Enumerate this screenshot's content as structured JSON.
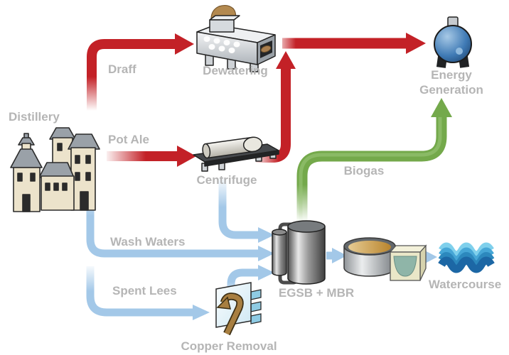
{
  "diagram": {
    "background": "#ffffff",
    "colors": {
      "solids_arrow_red": "#c32127",
      "liquids_arrow_blue": "#a3c8e8",
      "biogas_arrow_green": "#74a94b",
      "label_text_gray": "#b5b5b5"
    },
    "nodes": [
      {
        "id": "distillery",
        "label": "Distillery"
      },
      {
        "id": "dewatering",
        "label": "Dewatering"
      },
      {
        "id": "centrifuge",
        "label": "Centrifuge"
      },
      {
        "id": "energy-generation",
        "label": "Energy Generation",
        "label_lines": [
          "Energy",
          "Generation"
        ]
      },
      {
        "id": "egsb-mbr",
        "label": "EGSB + MBR"
      },
      {
        "id": "settling-tank",
        "label": ""
      },
      {
        "id": "watercourse",
        "label": "Watercourse"
      },
      {
        "id": "copper-removal",
        "label": "Copper Removal"
      }
    ],
    "flows": [
      {
        "id": "draff",
        "label": "Draff",
        "from": "distillery",
        "to": "dewatering",
        "color": "red"
      },
      {
        "id": "pot-ale",
        "label": "Pot Ale",
        "from": "distillery",
        "to": "centrifuge",
        "color": "red"
      },
      {
        "id": "dewatered-solids",
        "label": "",
        "from": "dewatering",
        "to": "energy-generation",
        "color": "red"
      },
      {
        "id": "centrifuge-solids",
        "label": "",
        "from": "centrifuge",
        "to": "energy-generation",
        "color": "red"
      },
      {
        "id": "centrifuge-liquid",
        "label": "",
        "from": "centrifuge",
        "to": "egsb-mbr",
        "color": "blue"
      },
      {
        "id": "wash-waters",
        "label": "Wash Waters",
        "from": "distillery",
        "to": "egsb-mbr",
        "color": "blue"
      },
      {
        "id": "spent-lees",
        "label": "Spent Lees",
        "from": "distillery",
        "to": "copper-removal",
        "color": "blue"
      },
      {
        "id": "copper-removal-out",
        "label": "",
        "from": "copper-removal",
        "to": "egsb-mbr",
        "color": "blue"
      },
      {
        "id": "biogas",
        "label": "Biogas",
        "from": "egsb-mbr",
        "to": "energy-generation",
        "color": "green"
      },
      {
        "id": "treated-water",
        "label": "",
        "from": "egsb-mbr",
        "to": "settling-tank",
        "color": "blue"
      },
      {
        "id": "discharge",
        "label": "",
        "from": "settling-tank",
        "to": "watercourse",
        "color": "blue"
      }
    ]
  }
}
